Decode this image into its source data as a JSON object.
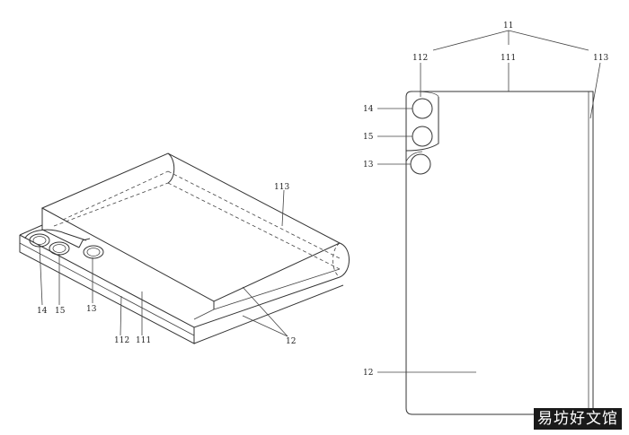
{
  "labels_left": {
    "l113": "113",
    "l14": "14",
    "l15": "15",
    "l13": "13",
    "l112": "112",
    "l111": "111",
    "l12": "12"
  },
  "labels_right": {
    "l11": "11",
    "l112": "112",
    "l111": "111",
    "l113": "113",
    "l14": "14",
    "l15": "15",
    "l13": "13",
    "l12": "12"
  },
  "watermark": "易坊好文馆"
}
